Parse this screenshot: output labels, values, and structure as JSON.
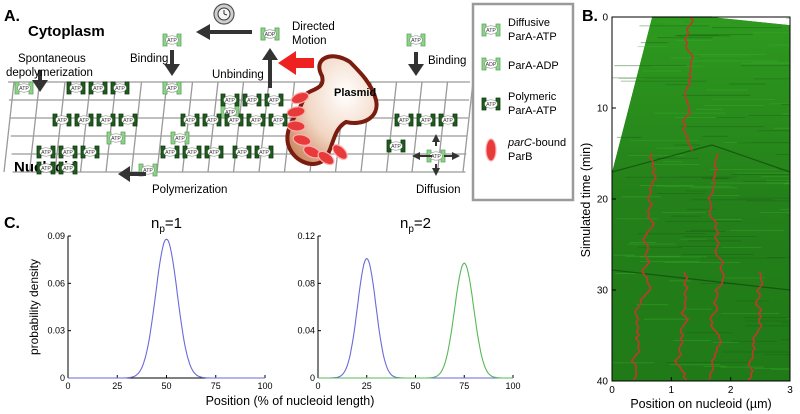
{
  "panel_a": {
    "label": "A.",
    "cytoplasm": "Cytoplasm",
    "nucleoid": "Nucleoid",
    "plasmid": "Plasmid",
    "tokens": {
      "atp": "ATP",
      "adp": "ADP"
    },
    "labels": {
      "binding_left": "Binding",
      "binding_right": "Binding",
      "spont_1": "Spontaneous",
      "spont_2": "depolymerization",
      "directed_1": "Directed",
      "directed_2": "Motion",
      "unbinding": "Unbinding",
      "polymerization": "Polymerization",
      "diffusion": "Diffusion"
    },
    "legend": [
      {
        "kind": "diffusive",
        "line1": "Diffusive",
        "line2": "ParA-ATP"
      },
      {
        "kind": "adp",
        "line1": "ParA-ADP",
        "line2": ""
      },
      {
        "kind": "polymeric",
        "line1": "Polymeric",
        "line2": "ParA-ATP"
      },
      {
        "kind": "parb",
        "line1": "parC",
        "line1_rest": "-bound",
        "line2": "ParB"
      }
    ],
    "colors": {
      "diffusive": "#8fd18a",
      "polymeric": "#1f5a1f",
      "parb": "#e83a3a",
      "plasmid_edge": "#7a1c10",
      "arrow": "#333333",
      "red_arrow": "#ee2020"
    }
  },
  "panel_b": {
    "label": "B.",
    "ylabel": "Simulated time (min)",
    "xlabel": "Position on nucleoid (µm)",
    "xticks": [
      "0",
      "1",
      "2",
      "3"
    ],
    "yticks": [
      "0",
      "10",
      "20",
      "30",
      "40"
    ],
    "xlim": [
      0,
      3
    ],
    "ylim": [
      0,
      40
    ],
    "colors": {
      "background": "#2a8a1e",
      "trajectory": "#c0392b"
    }
  },
  "panel_c": {
    "label": "C.",
    "xlabel": "Position (% of nucleoid length)",
    "chart_data": [
      {
        "type": "line",
        "title_main": "n",
        "title_sub": "p",
        "title_rest": "=1",
        "ylabel": "probability density",
        "xlim": [
          0,
          100
        ],
        "ylim": [
          0,
          0.09
        ],
        "xticks": [
          "0",
          "25",
          "50",
          "75",
          "100"
        ],
        "yticks": [
          "0",
          "0.03",
          "0.06",
          "0.09"
        ],
        "series": [
          {
            "color": "#6a6ad8",
            "peaks": [
              {
                "x": 50,
                "height": 0.088,
                "width": 5.5
              }
            ]
          }
        ]
      },
      {
        "type": "line",
        "title_main": "n",
        "title_sub": "p",
        "title_rest": "=2",
        "ylabel": "",
        "xlim": [
          0,
          100
        ],
        "ylim": [
          0,
          0.12
        ],
        "xticks": [
          "0",
          "25",
          "50",
          "75",
          "100"
        ],
        "yticks": [
          "0",
          "0.04",
          "0.08",
          "0.12"
        ],
        "series": [
          {
            "color": "#6a6ad8",
            "peaks": [
              {
                "x": 25,
                "height": 0.101,
                "width": 4.7
              }
            ]
          },
          {
            "color": "#58b858",
            "peaks": [
              {
                "x": 75,
                "height": 0.097,
                "width": 4.9
              }
            ]
          }
        ]
      }
    ]
  }
}
